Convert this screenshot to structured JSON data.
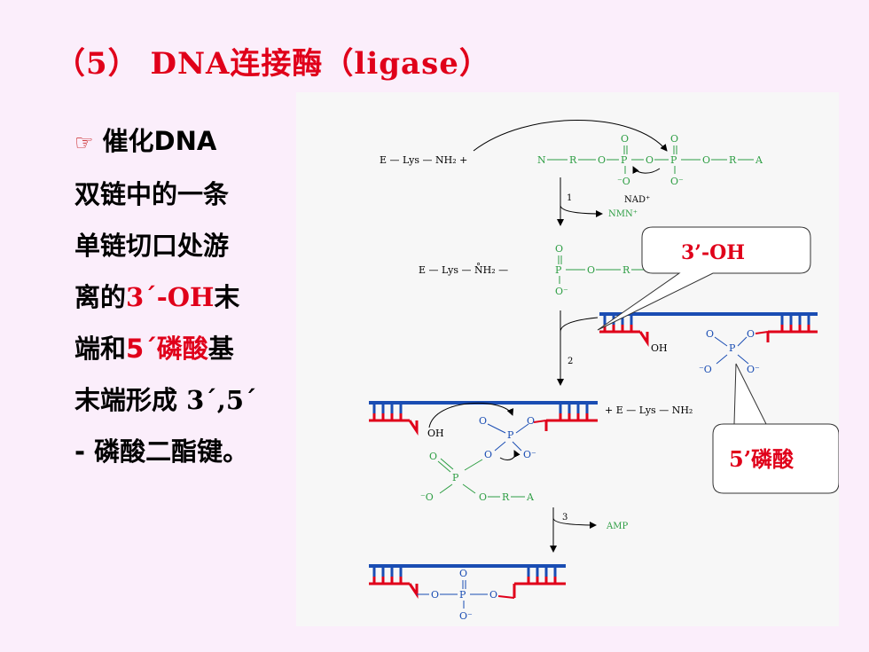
{
  "title": "（5） DNA连接酶（ligase）",
  "bullet": {
    "icon": "pointing-hand-icon",
    "l1": "催化DNA",
    "l2": "双链中的一条",
    "l3": "单链切口处游",
    "l4_pre": "离的",
    "l4_red": "3´-OH",
    "l4_post": "末",
    "l5_pre": "端和",
    "l5_red": "5´磷酸",
    "l5_post": "基",
    "l6_pre": "末端形成",
    "l6_serif": " 3´,5´",
    "l7": "- 磷酸二酯键。"
  },
  "callouts": {
    "oh": "3’-OH",
    "phosphate": "5’磷酸"
  },
  "diagram": {
    "r1_left": "E — Lys — NH₂  +",
    "r1_n": "N",
    "r1_r": "R",
    "r1_a": "A",
    "o": "O",
    "o_minus": "⁻O",
    "o_minus_r": "O⁻",
    "p": "P",
    "step1": "1",
    "nad": "NAD⁺",
    "nmn": "NMN⁺",
    "r2_left": "E — Lys — N̊H₂ —",
    "step2": "2",
    "oh": "OH",
    "plus_enzyme": "+  E — Lys — NH₂",
    "step3": "3",
    "amp": "AMP"
  },
  "colors": {
    "red": "#e0001a",
    "blue": "#1a4db3",
    "green": "#2e9e44",
    "bg": "#fbeefb"
  }
}
